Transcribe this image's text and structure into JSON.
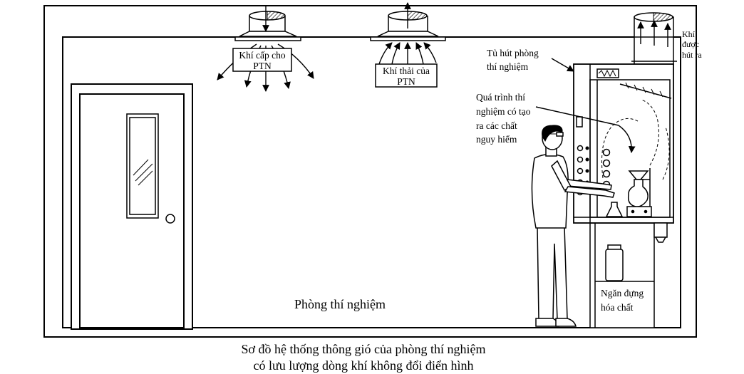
{
  "labels": {
    "supply_air": [
      "Khí cấp cho",
      "PTN"
    ],
    "exhaust_air": [
      "Khí thải của",
      "PTN"
    ],
    "hood_exhaust": [
      "Khí",
      "được",
      "hút ra"
    ],
    "fume_hood": [
      "Tủ hút phòng",
      "thí nghiệm"
    ],
    "hazardous_process": [
      "Quá trình thí",
      "nghiệm có tạo",
      "ra các chất",
      "nguy hiểm"
    ],
    "chemical_cabinet": [
      "Ngăn đựng",
      "hóa chất"
    ],
    "room": "Phòng thí nghiệm"
  },
  "caption": [
    "Sơ đồ hệ thống thông gió của phòng thí nghiệm",
    "có lưu lượng dòng khí không đổi điển hình"
  ]
}
